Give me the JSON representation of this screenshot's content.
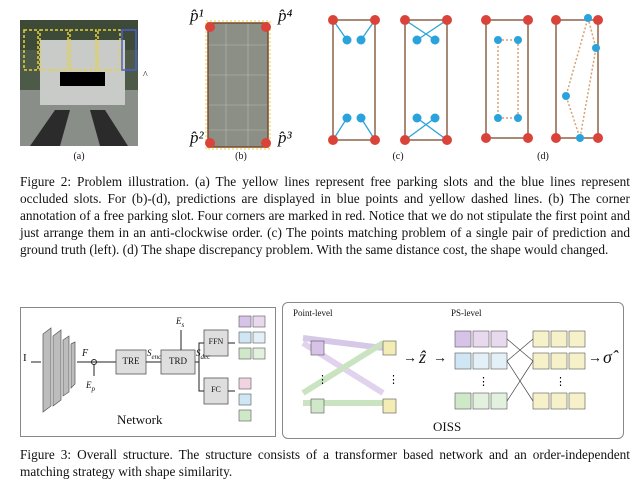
{
  "figure2": {
    "panels": {
      "a": "(a)",
      "b": "(b)",
      "c": "(c)",
      "d": "(d)"
    },
    "corner_labels": {
      "p1": "p̂¹",
      "p2": "p̂²",
      "p3": "p̂³",
      "p4": "p̂⁴"
    },
    "caption": "Figure 2: Problem illustration. (a) The yellow lines represent free parking slots and the blue lines represent occluded slots. For (b)-(d), predictions are displayed in blue points and yellow dashed lines. (b) The corner annotation of a free parking slot. Four corners are marked in red. Notice that we do not stipulate the first point and just arrange them in an anti-clockwise order. (c) The points matching problem of a single pair of prediction and ground truth (left). (d) The shape discrepancy problem. With the same distance cost, the shape would changed."
  },
  "figure3": {
    "network": {
      "title": "Network",
      "input": "I",
      "feature": "F",
      "pos_embed": "E",
      "pos_embed_sub": "p",
      "slot_embed": "E",
      "slot_embed_sub": "s",
      "tre": "TRE",
      "trd": "TRD",
      "ffn": "FFN",
      "fc": "FC",
      "s_enc": "S",
      "s_enc_sub": "enc",
      "s_dec": "S",
      "s_dec_sub": "dec"
    },
    "oiss": {
      "title": "OISS",
      "point_level": "Point-level",
      "ps_level": "PS-level",
      "z_hat": "ẑ",
      "sigma_hat": "σ̂",
      "arrow": "→"
    },
    "caption": "Figure 3: Overall structure. The structure consists of a transformer based network and an order-independent matching strategy with shape similarity."
  },
  "colors": {
    "red_corner": "#d9433a",
    "blue_point": "#2aa3dc",
    "slot_brown": "#7a4a2e",
    "dash_orange": "#d9a070",
    "yellow_slot": "#e8d13a",
    "blue_slot": "#4b5fd0"
  }
}
